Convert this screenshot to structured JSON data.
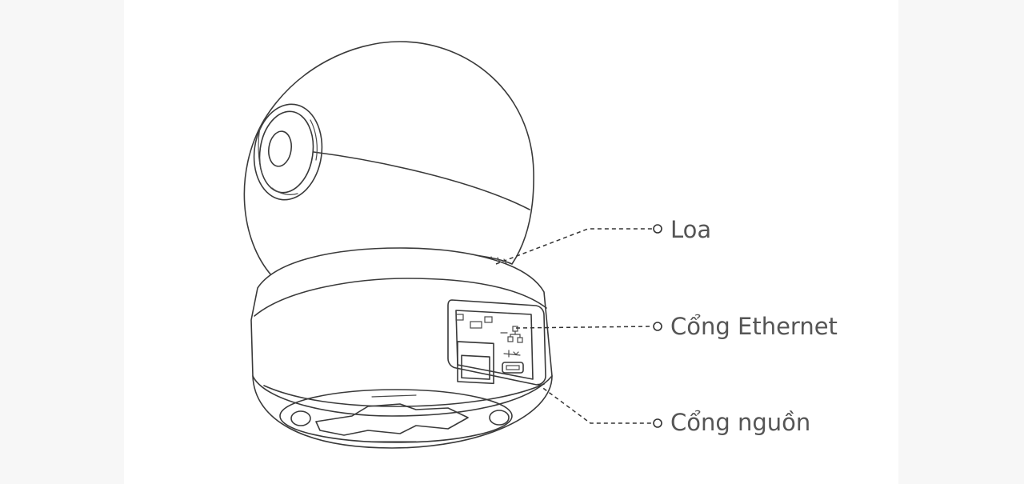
{
  "diagram": {
    "callouts": [
      {
        "id": "speaker",
        "label": "Loa"
      },
      {
        "id": "ethernet",
        "label": "Cổng Ethernet"
      },
      {
        "id": "power",
        "label": "Cổng nguồn"
      }
    ]
  }
}
